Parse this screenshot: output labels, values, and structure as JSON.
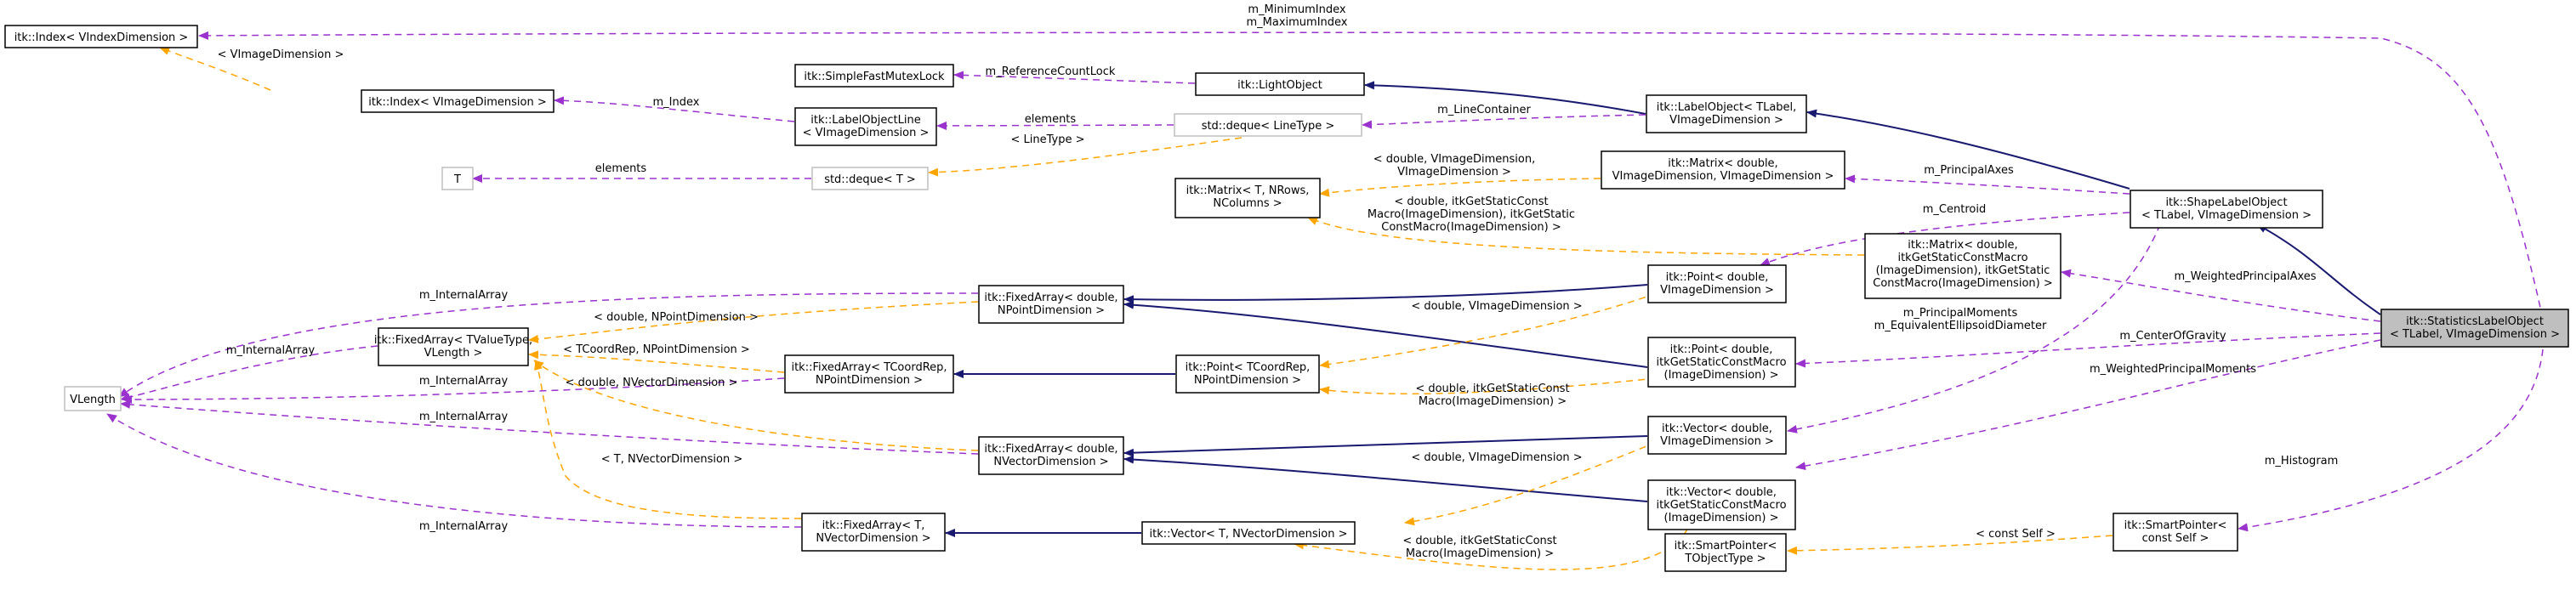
{
  "nodes": {
    "index_vindex": [
      "itk::Index< VIndexDimension >"
    ],
    "index_vimage": [
      "itk::Index< VImageDimension >"
    ],
    "mutexlock": [
      "itk::SimpleFastMutexLock"
    ],
    "lightobject": [
      "itk::LightObject"
    ],
    "labelobjectline": [
      "itk::LabelObjectLine",
      "< VImageDimension >"
    ],
    "deque_linetype": [
      "std::deque< LineType >"
    ],
    "labelobject": [
      "itk::LabelObject< TLabel,",
      "VImageDimension >"
    ],
    "t": [
      "T"
    ],
    "deque_t": [
      "std::deque< T >"
    ],
    "matrix_tn": [
      "itk::Matrix< T, NRows,",
      "NColumns >"
    ],
    "matrix_dv": [
      "itk::Matrix< double,",
      "VImageDimension, VImageDimension >"
    ],
    "shapelabel": [
      "itk::ShapeLabelObject",
      "< TLabel, VImageDimension >"
    ],
    "matrix_macro": [
      "itk::Matrix< double,",
      "itkGetStaticConstMacro",
      "(ImageDimension), itkGetStatic",
      "ConstMacro(ImageDimension) >"
    ],
    "stats": [
      "itk::StatisticsLabelObject",
      "< TLabel, VImageDimension >"
    ],
    "fa_npoint": [
      "itk::FixedArray< double,",
      "NPointDimension >"
    ],
    "point_dv": [
      "itk::Point< double,",
      "VImageDimension >"
    ],
    "fa_tvalue": [
      "itk::FixedArray< TValueType,",
      "VLength >"
    ],
    "vlength": [
      "VLength"
    ],
    "fa_tcoord": [
      "itk::FixedArray< TCoordRep,",
      "NPointDimension >"
    ],
    "point_tcoord": [
      "itk::Point< TCoordRep,",
      "NPointDimension >"
    ],
    "point_macro": [
      "itk::Point< double,",
      "itkGetStaticConstMacro",
      "(ImageDimension) >"
    ],
    "fa_nvector": [
      "itk::FixedArray< double,",
      "NVectorDimension >"
    ],
    "vector_dv": [
      "itk::Vector< double,",
      "VImageDimension >"
    ],
    "vector_macro": [
      "itk::Vector< double,",
      "itkGetStaticConstMacro",
      "(ImageDimension) >"
    ],
    "fa_t_nvector": [
      "itk::FixedArray< T,",
      "NVectorDimension >"
    ],
    "vector_t": [
      "itk::Vector< T, NVectorDimension >"
    ],
    "smartptr_tobj": [
      "itk::SmartPointer<",
      "TObjectType >"
    ],
    "smartptr_self": [
      "itk::SmartPointer<",
      "const Self >"
    ]
  },
  "edge_labels": {
    "min_max_index": [
      "m_MinimumIndex",
      "m_MaximumIndex"
    ],
    "vimagedimension_tpl": [
      "< VImageDimension >"
    ],
    "m_index": [
      "m_Index"
    ],
    "m_refcountlock": [
      "m_ReferenceCountLock"
    ],
    "elements_line": [
      "elements"
    ],
    "m_linecontainer": [
      "m_LineContainer"
    ],
    "linetype_tpl": [
      "< LineType >"
    ],
    "elements_t": [
      "elements"
    ],
    "dvv_tpl": [
      "< double, VImageDimension,",
      "VImageDimension >"
    ],
    "m_principalaxes": [
      "m_PrincipalAxes"
    ],
    "macro_matrix_tpl": [
      "< double, itkGetStaticConst",
      "Macro(ImageDimension), itkGetStatic",
      "ConstMacro(ImageDimension) >"
    ],
    "m_centroid": [
      "m_Centroid"
    ],
    "m_weightedprincipalaxes": [
      "m_WeightedPrincipalAxes"
    ],
    "m_internalarray_1": [
      "m_InternalArray"
    ],
    "npoint_tpl": [
      "< double, NPointDimension >"
    ],
    "m_internalarray_2": [
      "m_InternalArray"
    ],
    "dv_point_tpl": [
      "< double, VImageDimension >"
    ],
    "moments_diameter": [
      "m_PrincipalMoments",
      "m_EquivalentEllipsoidDiameter"
    ],
    "tcoord_tpl": [
      "< TCoordRep, NPointDimension >"
    ],
    "m_centerofgravity": [
      "m_CenterOfGravity"
    ],
    "m_internalarray_3": [
      "m_InternalArray"
    ],
    "nvector_tpl": [
      "< double, NVectorDimension >"
    ],
    "m_weightedprincipalmoments": [
      "m_WeightedPrincipalMoments"
    ],
    "macro_point_tpl": [
      "< double, itkGetStaticConst",
      "Macro(ImageDimension) >"
    ],
    "m_internalarray_4": [
      "m_InternalArray"
    ],
    "dv_vector_tpl": [
      "< double, VImageDimension >"
    ],
    "t_nvector_tpl": [
      "< T, NVectorDimension >"
    ],
    "m_histogram": [
      "m_Histogram"
    ],
    "m_internalarray_5": [
      "m_InternalArray"
    ],
    "const_self_tpl": [
      "< const Self >"
    ],
    "macro_vector_tpl": [
      "< double, itkGetStaticConst",
      "Macro(ImageDimension) >"
    ]
  },
  "colors": {
    "inheritance": "#191970",
    "usage": "#9a32cd",
    "template": "#ffa500",
    "highlight_fill": "#bfbfbf",
    "undocumented_border": "#bfbfbf"
  }
}
